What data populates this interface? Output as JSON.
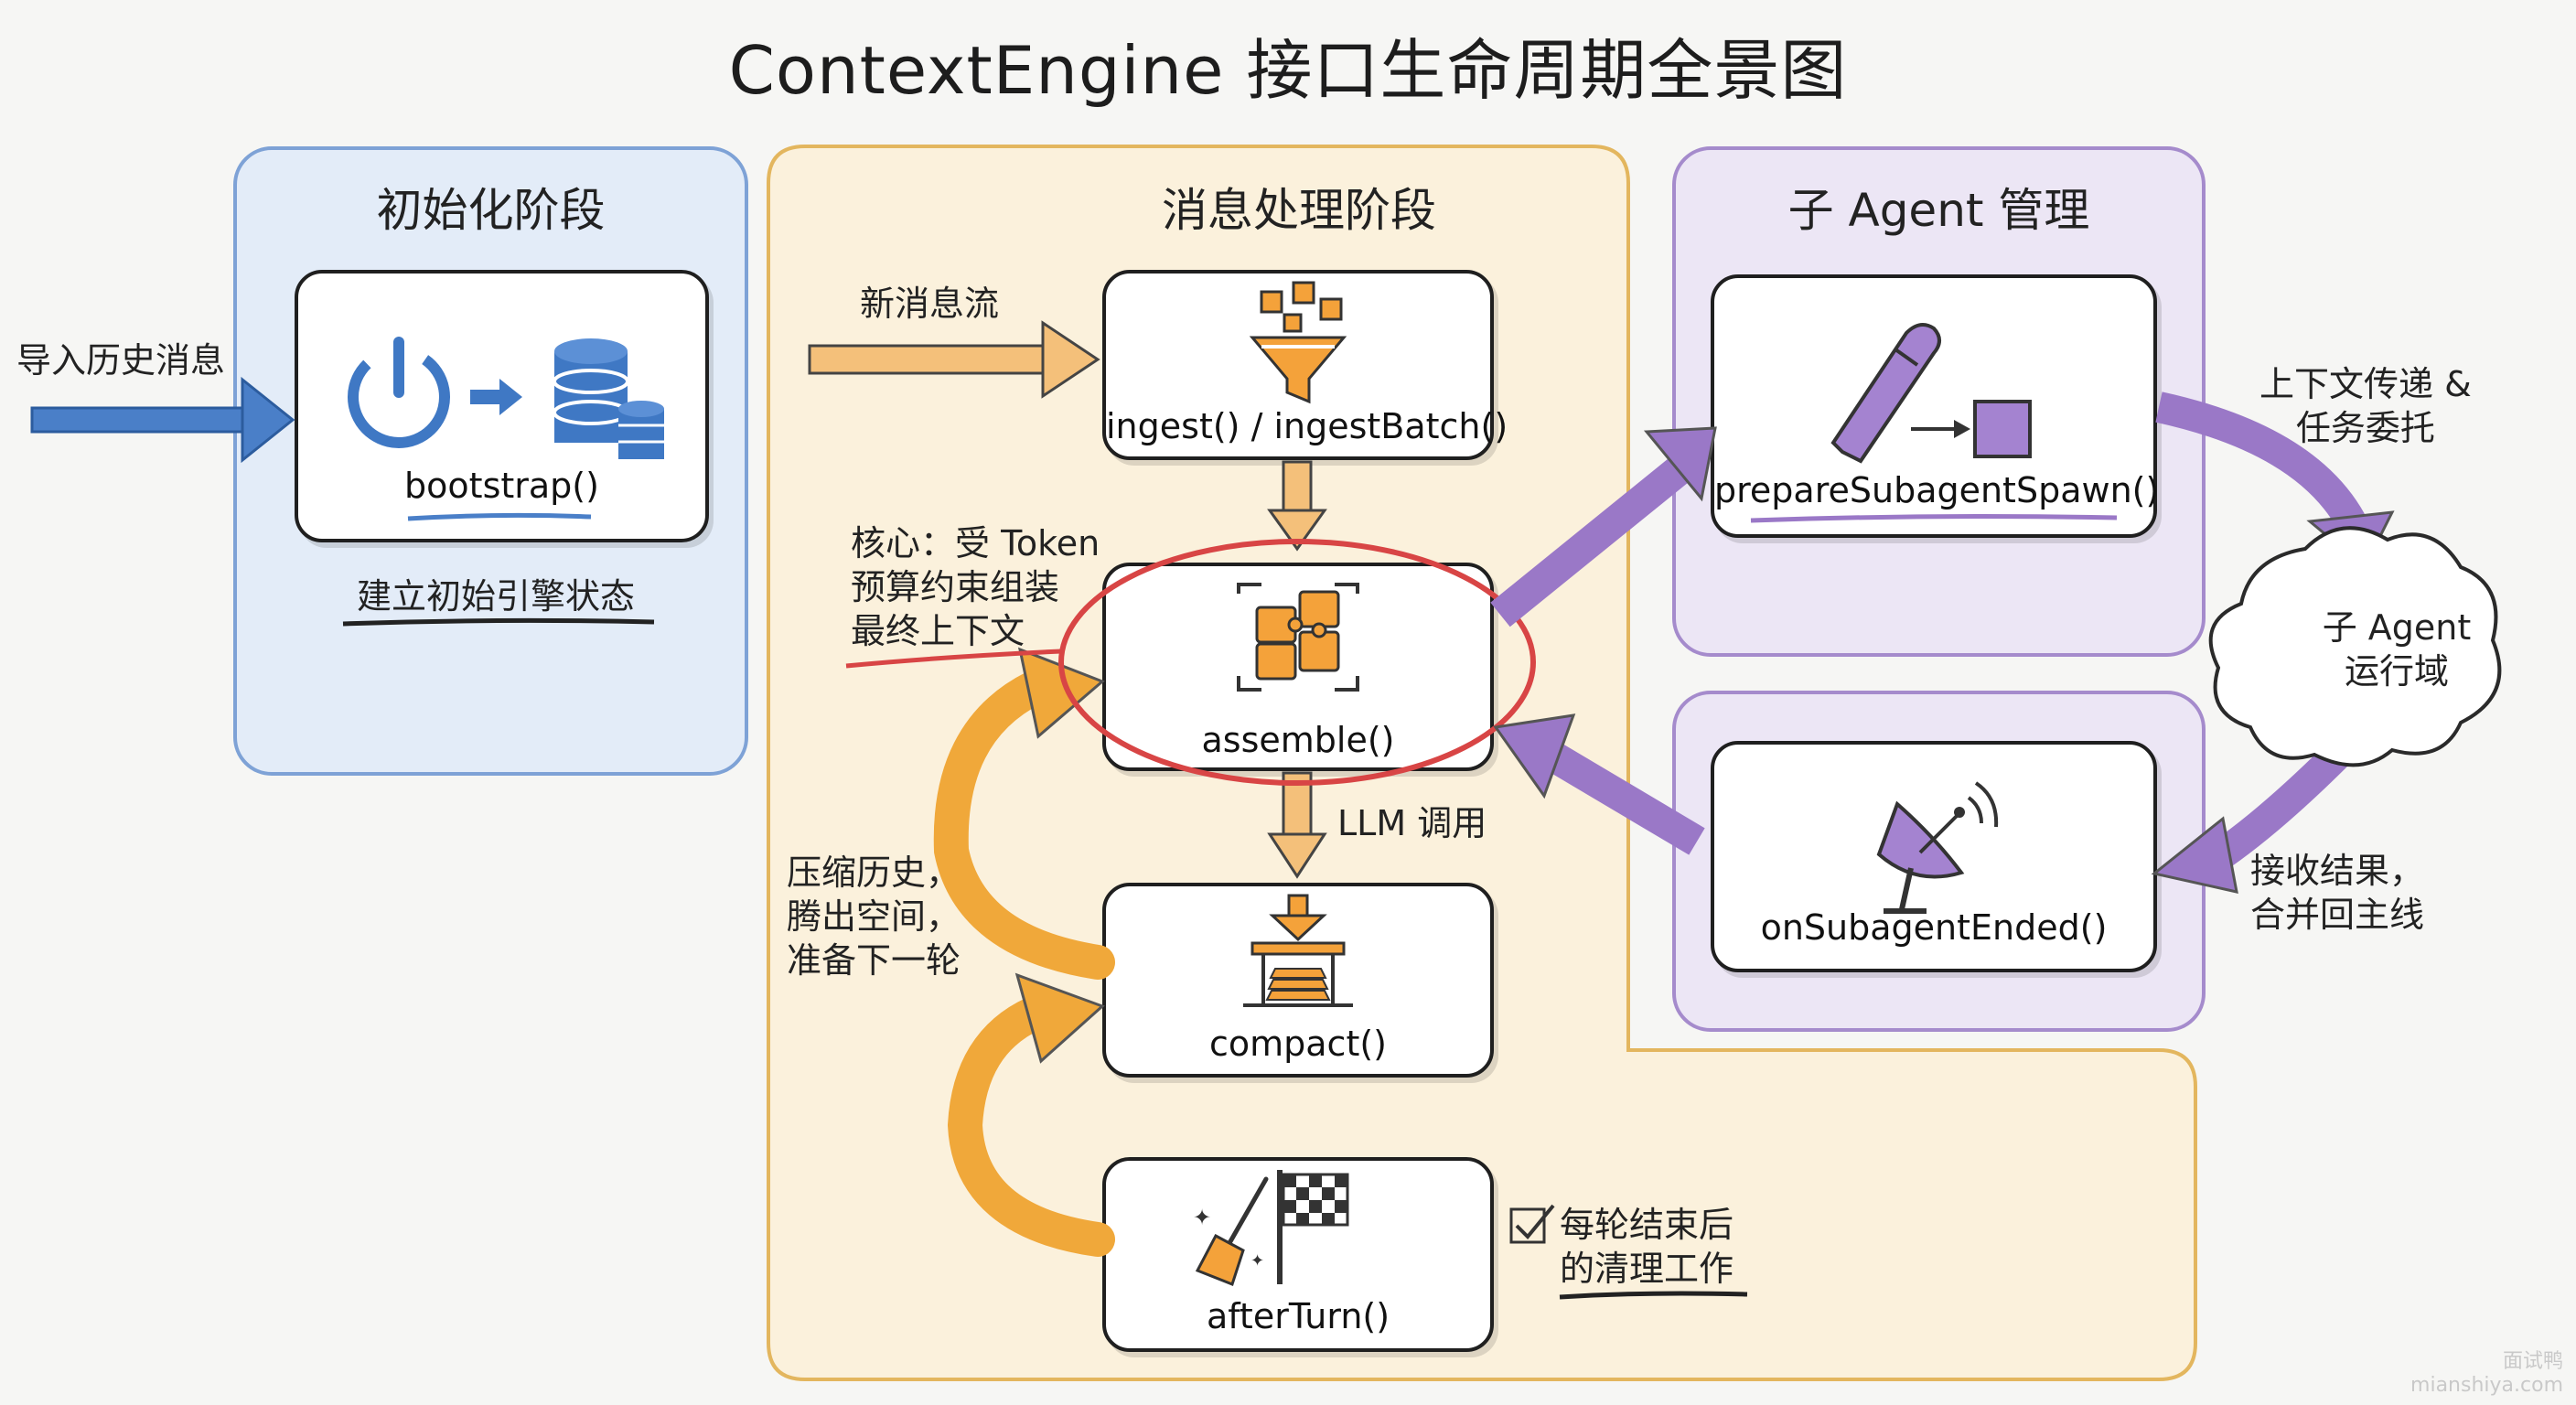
{
  "title": "ContextEngine 接口生命周期全景图",
  "panels": {
    "init": {
      "title": "初始化阶段"
    },
    "message": {
      "title": "消息处理阶段"
    },
    "subagent": {
      "title": "子 Agent 管理"
    }
  },
  "nodes": {
    "bootstrap": {
      "label": "bootstrap()",
      "icons": [
        "power-icon",
        "arrow-right-icon",
        "database-icon"
      ]
    },
    "ingest": {
      "label": "ingest() / ingestBatch()",
      "icons": [
        "funnel-icon"
      ]
    },
    "assemble": {
      "label": "assemble()",
      "icons": [
        "puzzle-icon"
      ]
    },
    "compact": {
      "label": "compact()",
      "icons": [
        "compress-stack-icon"
      ]
    },
    "afterTurn": {
      "label": "afterTurn()",
      "icons": [
        "broom-icon",
        "checkered-flag-icon"
      ]
    },
    "prepareSubagentSpawn": {
      "label": "prepareSubagentSpawn()",
      "icons": [
        "pen-icon",
        "square-icon"
      ]
    },
    "onSubagentEnded": {
      "label": "onSubagentEnded()",
      "icons": [
        "satellite-dish-icon"
      ]
    }
  },
  "annotations": {
    "import_history": "导入历史消息",
    "init_state": "建立初始引擎状态",
    "new_message_flow": "新消息流",
    "core": [
      "核心：受 Token",
      "预算约束组装",
      "最终上下文"
    ],
    "llm_call": "LLM 调用",
    "compress": [
      "压缩历史，",
      "腾出空间，",
      "准备下一轮"
    ],
    "after_turn": [
      "每轮结束后",
      "的清理工作"
    ],
    "context_delegate": [
      "上下文传递 &",
      "任务委托"
    ],
    "subagent_domain": [
      "子 Agent",
      "运行域"
    ],
    "receive_result": [
      "接收结果，",
      "合并回主线"
    ]
  },
  "watermark": [
    "面试鸭",
    "mianshiya.com"
  ],
  "colors": {
    "init_panel": "#e3ecf8",
    "message_panel": "#fbf1dc",
    "subagent_panel": "#ece6f5",
    "blue_arrow": "#4a7fc8",
    "orange_arrow": "#f0a83a",
    "purple_arrow": "#9a78c7",
    "highlight_red": "#d84545"
  }
}
